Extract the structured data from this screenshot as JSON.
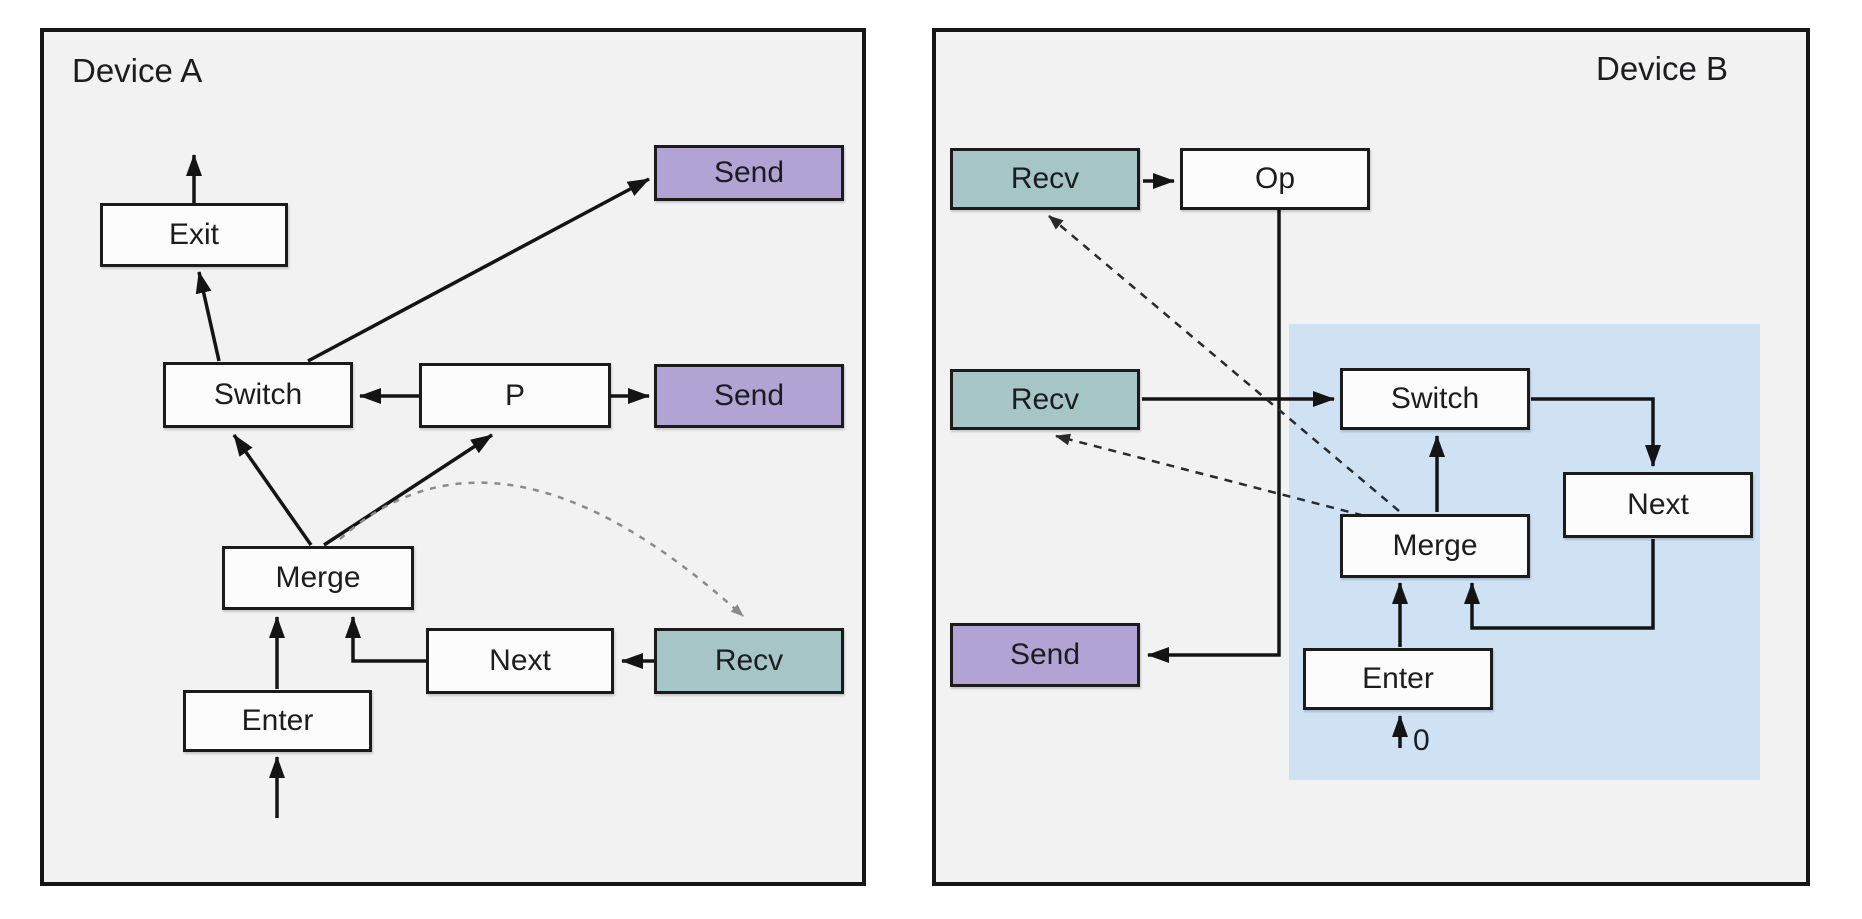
{
  "colors": {
    "accent_purple": "#b1a3d4",
    "accent_teal": "#a5c5c7",
    "region_blue": "#cfe2f4",
    "panel_bg": "#f2f2f3",
    "line": "#141414"
  },
  "device_a": {
    "title": "Device A",
    "nodes": {
      "exit": "Exit",
      "switch": "Switch",
      "p": "P",
      "send_top": "Send",
      "send_mid": "Send",
      "merge": "Merge",
      "next": "Next",
      "recv": "Recv",
      "enter": "Enter"
    }
  },
  "device_b": {
    "title": "Device B",
    "nodes": {
      "recv_top": "Recv",
      "op": "Op",
      "recv_mid": "Recv",
      "send": "Send",
      "switch": "Switch",
      "next": "Next",
      "merge": "Merge",
      "enter": "Enter"
    },
    "enter_input_label": "0"
  }
}
